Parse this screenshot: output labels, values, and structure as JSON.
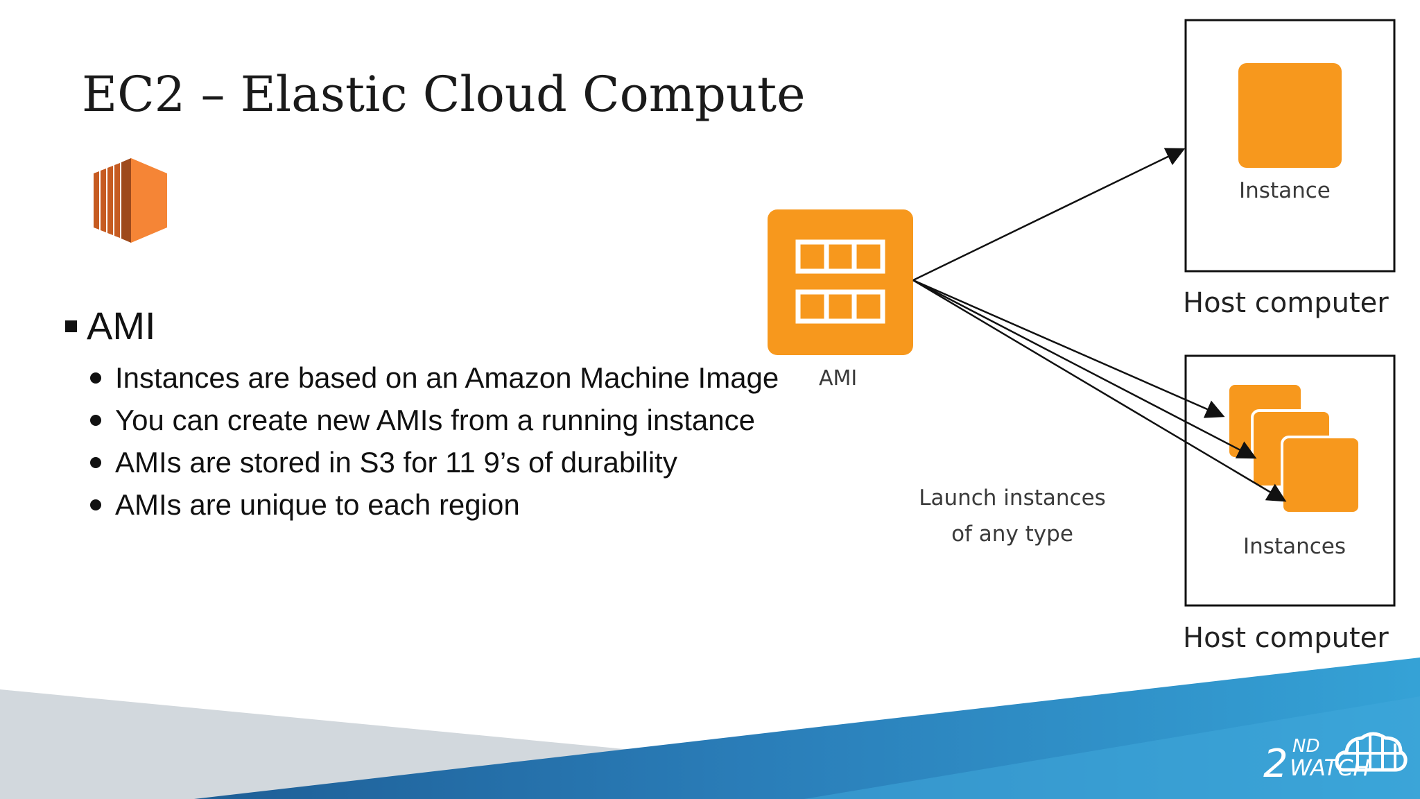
{
  "slide": {
    "title": "EC2 – Elastic Cloud Compute"
  },
  "bullets": {
    "main": "AMI",
    "items": [
      "Instances are based on an Amazon Machine Image",
      "You can create new AMIs from a running instance",
      "AMIs are stored in S3 for 11 9’s of durability",
      "AMIs are unique to each region"
    ]
  },
  "diagram": {
    "ami_label": "AMI",
    "instance_label": "Instance",
    "instances_label": "Instances",
    "host_label_top": "Host computer",
    "host_label_bottom": "Host computer",
    "launch_line1": "Launch instances",
    "launch_line2": "of any type"
  },
  "brand": {
    "logo_text": "2NDWATCH"
  },
  "colors": {
    "aws_orange": "#F7981D",
    "ec2_dark_orange": "#C65B21",
    "ec2_orange": "#F58536",
    "footer_blue": "#2F8FC6",
    "footer_gray": "#D2D8DD"
  }
}
